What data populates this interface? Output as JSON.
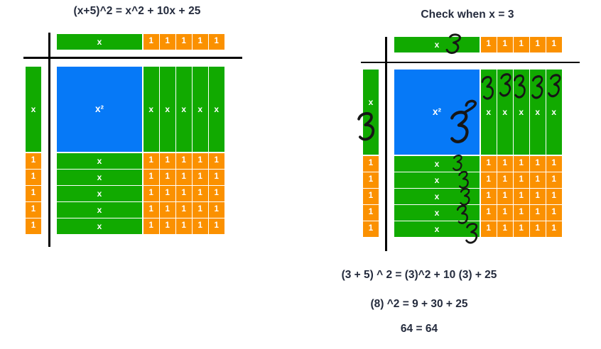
{
  "colors": {
    "green": "#11aa00",
    "orange": "#fb9100",
    "blue": "#0679f7",
    "axis": "#000000",
    "ink": "#161616",
    "text": "#242b3d",
    "label": "#ffffff"
  },
  "left_panel": {
    "title": "(x+5)^2 = x^2 + 10x + 25",
    "diagram": {
      "x_label": "x",
      "unit_label": "1",
      "x_squared_label": "x²",
      "top_header": {
        "x_tiles": 1,
        "unit_tiles": 5
      },
      "left_header": {
        "x_tiles": 1,
        "unit_tiles": 5
      },
      "product_grid": {
        "x_squared_tiles": 1,
        "column_x_tiles": 5,
        "row_x_tiles": 5,
        "unit_tiles": 25
      }
    }
  },
  "right_panel": {
    "title": "Check when x = 3",
    "diagram": {
      "x_label": "x",
      "unit_label": "1",
      "x_squared_label": "x²",
      "top_header": {
        "x_tiles": 1,
        "unit_tiles": 5
      },
      "left_header": {
        "x_tiles": 1,
        "unit_tiles": 5
      },
      "product_grid": {
        "x_squared_tiles": 1,
        "column_x_tiles": 5,
        "row_x_tiles": 5,
        "unit_tiles": 25
      },
      "handwritten_marks": {
        "top_x_tile": "3",
        "left_x_tile": "3",
        "x_squared_tile": "3²",
        "column_x_tiles": [
          "3",
          "3",
          "3",
          "3",
          "3"
        ],
        "row_x_tiles": [
          "3",
          "3",
          "3",
          "3",
          "3"
        ]
      }
    },
    "equations": [
      "(3 + 5) ^ 2 = (3)^2 + 10 (3) + 25",
      "(8) ^2 = 9 + 30 + 25",
      "64 = 64"
    ]
  }
}
